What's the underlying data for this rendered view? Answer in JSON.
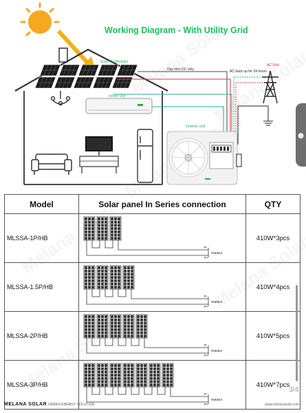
{
  "diagram": {
    "title": "Working Diagram - With Utility Grid",
    "labels": {
      "solar_modules": "Solar PV Modules",
      "day_time_dc": "Day time DC only",
      "ac_backup": "AC back up for 24 hours",
      "ac_grid": "AC Grid",
      "indoor_unit": "Indoor Unit",
      "outdoor_unit": "Outdoor Unit"
    }
  },
  "table": {
    "headers": [
      "Model",
      "Solar panel In Series connection",
      "QTY"
    ],
    "rows": [
      {
        "model": "MLSSA-1P/HB",
        "qty": "410W*3pcs",
        "panels": 3
      },
      {
        "model": "MLSSA-1.5P/HB",
        "qty": "410W*4pcs",
        "panels": 4
      },
      {
        "model": "MLSSA-2P/HB",
        "qty": "410W*5pcs",
        "panels": 5
      },
      {
        "model": "MLSSA-3P/HB",
        "qty": "410W*7pcs",
        "panels": 7
      }
    ],
    "terminal_labels": {
      "neg": "P-",
      "pos": "P+",
      "outdoor": "Outdoor"
    }
  },
  "footer": {
    "brand": "MELANA SOLAR",
    "tagline": "GREEN ENERGY SOLUTION",
    "url": "www.melanasolar.com",
    "page": "3/4"
  },
  "watermark": "Melana Solar",
  "accessibility_icon": "accessibility-icon"
}
